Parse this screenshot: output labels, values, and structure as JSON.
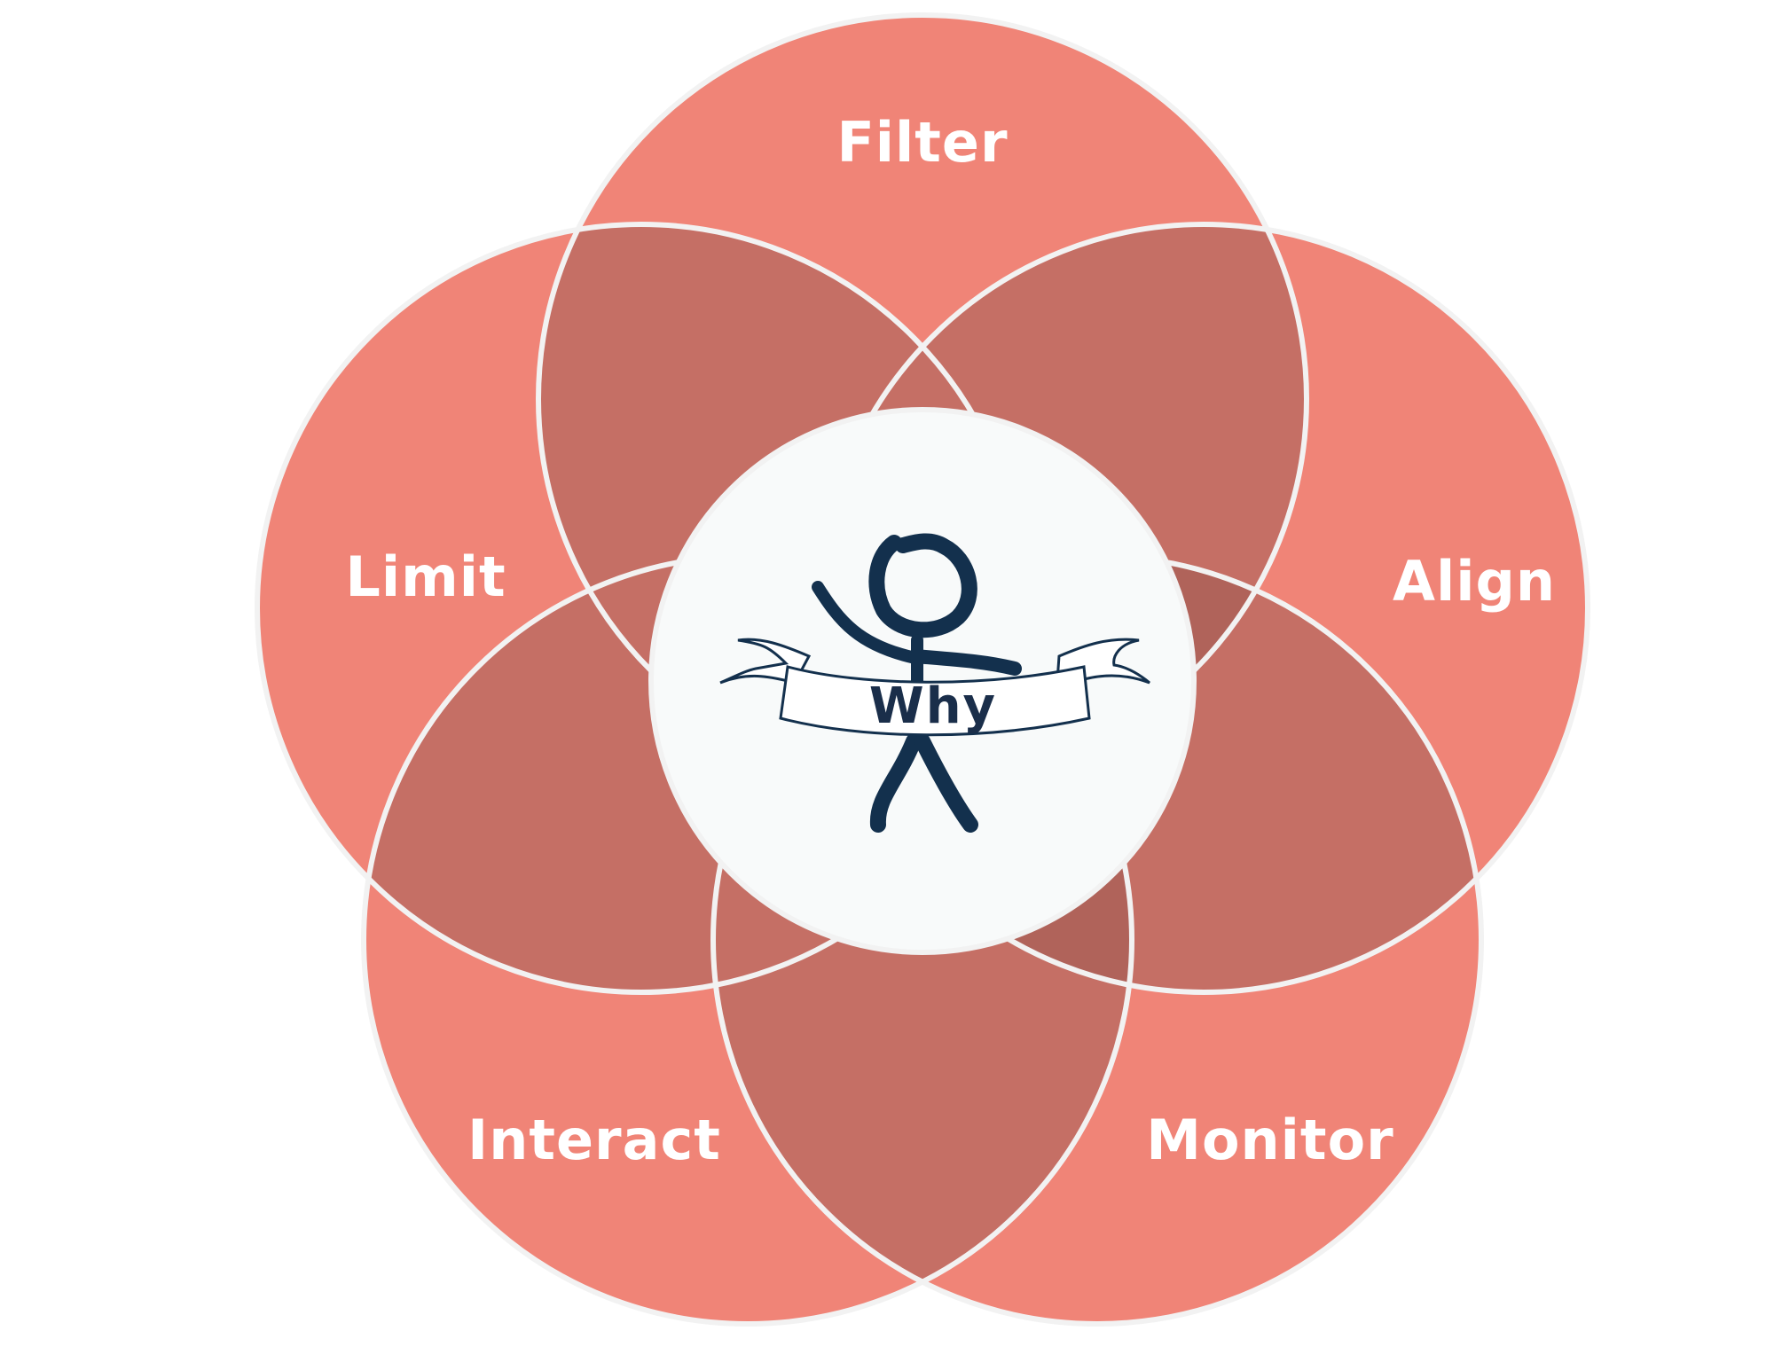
{
  "colors": {
    "petal": "#F08477",
    "overlap": "#C56F65",
    "deep_overlap": "#B0635A",
    "outline": "#F2F2F2",
    "center_fill": "#F8FAFA",
    "figure": "#13304D"
  },
  "petals": [
    {
      "id": "filter",
      "label": "Filter"
    },
    {
      "id": "align",
      "label": "Align"
    },
    {
      "id": "monitor",
      "label": "Monitor"
    },
    {
      "id": "interact",
      "label": "Interact"
    },
    {
      "id": "limit",
      "label": "Limit"
    }
  ],
  "center": {
    "label": "Why",
    "icon": "stick-figure-with-banner-icon"
  }
}
